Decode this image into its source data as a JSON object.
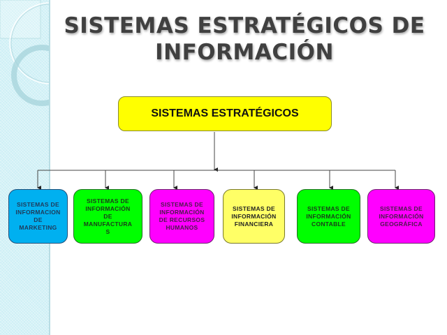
{
  "slide": {
    "title": "SISTEMAS ESTRATÉGICOS DE\nINFORMACIÓN",
    "title_line1": "SISTEMAS ESTRATÉGICOS DE",
    "title_line2": "INFORMACIÓN"
  },
  "diagram": {
    "root": {
      "label": "SISTEMAS ESTRATÉGICOS",
      "color": "#ffff00"
    },
    "children": [
      {
        "label": "SISTEMAS DE\nINFORMACION\nDE\nMARKETING",
        "color": "#00b0f0",
        "text_color": "#1f3a5a"
      },
      {
        "label": "SISTEMAS DE\nINFORMACIÓN\nDE\nMANUFACTURA\nS",
        "color": "#00ff00",
        "text_color": "#1a3a1a"
      },
      {
        "label": "SISTEMAS DE\nINFORMACIÓN\nDE RECURSOS\nHUMANOS",
        "color": "#ff00ff",
        "text_color": "#4a1a4a"
      },
      {
        "label": "SISTEMAS DE\nINFORMACIÓN\nFINANCIERA",
        "color": "#ffff66",
        "text_color": "#222222"
      },
      {
        "label": "SISTEMAS DE\nINFORMACIÓN\nCONTABLE",
        "color": "#00ff00",
        "text_color": "#1a3a1a"
      },
      {
        "label": "SISTEMAS DE\nINFORMACIÓN\nGEOGRÁFICA",
        "color": "#ff00ff",
        "text_color": "#4a1a4a"
      }
    ]
  },
  "theme": {
    "side_panel_color": "#cdeff5",
    "title_color": "#404040",
    "connector_color": "#333333"
  }
}
